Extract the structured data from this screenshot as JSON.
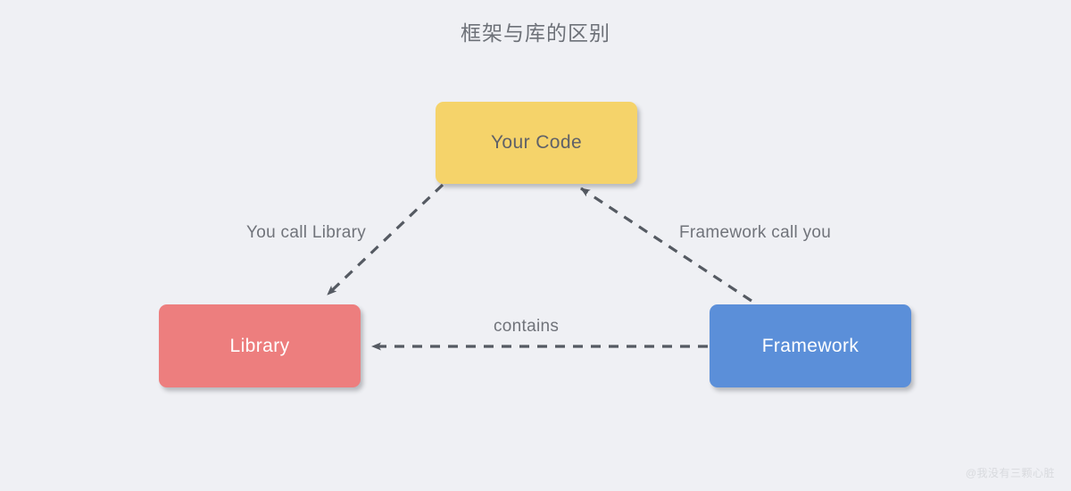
{
  "title": "框架与库的区别",
  "background_color": "#eff0f4",
  "watermark": "@我没有三颗心脏",
  "diagram": {
    "type": "relationship-diagram",
    "nodes": [
      {
        "id": "your-code",
        "label": "Your Code",
        "fill": "#f5d36a",
        "text_color": "#5f6168"
      },
      {
        "id": "library",
        "label": "Library",
        "fill": "#ed7e7e",
        "text_color": "#ffffff"
      },
      {
        "id": "framework",
        "label": "Framework",
        "fill": "#5b8fd9",
        "text_color": "#ffffff"
      }
    ],
    "edges": [
      {
        "id": "you-call-library",
        "label": "You call Library",
        "from": "your-code",
        "to": "library",
        "style": "dashed",
        "color": "#555a62"
      },
      {
        "id": "framework-call-you",
        "label": "Framework call you",
        "from": "framework",
        "to": "your-code",
        "style": "dashed",
        "color": "#555a62"
      },
      {
        "id": "contains",
        "label": "contains",
        "from": "framework",
        "to": "library",
        "style": "dashed",
        "color": "#555a62"
      }
    ]
  }
}
